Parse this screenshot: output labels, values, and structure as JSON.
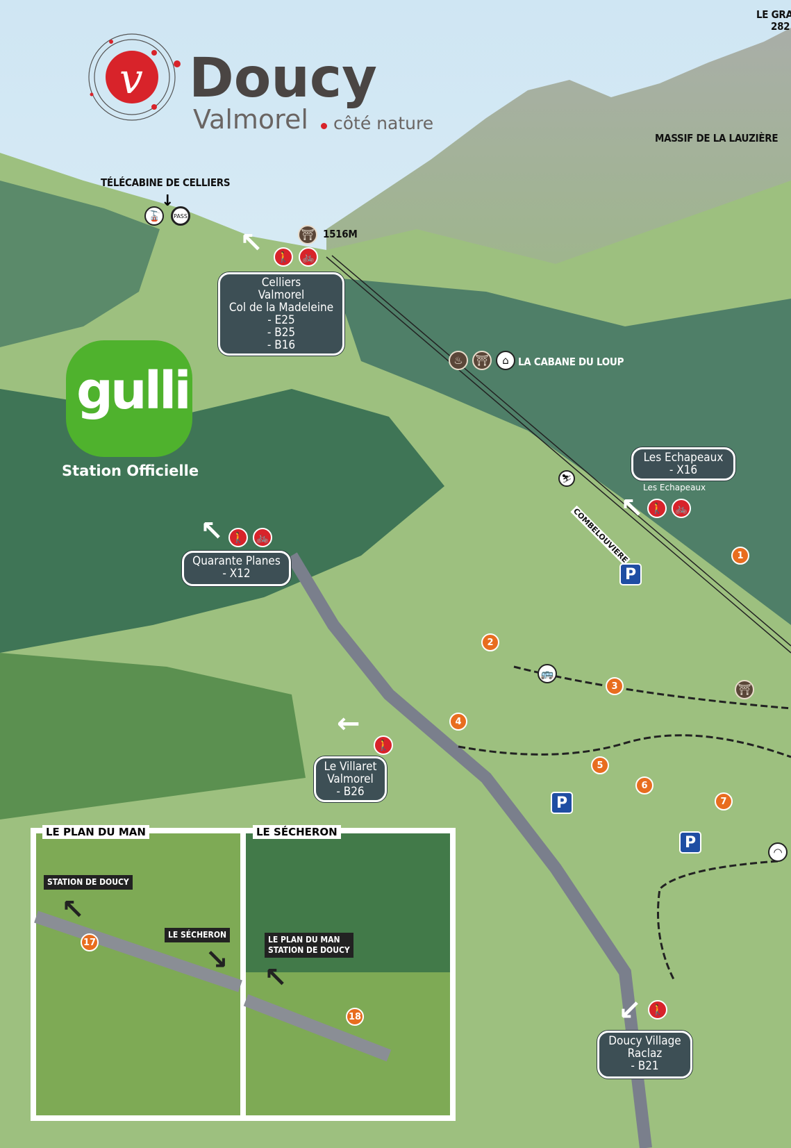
{
  "logo": {
    "brand": "Doucy",
    "sub": "Valmorel",
    "tagline": "côté nature",
    "accent": "#d8232a"
  },
  "peak": {
    "name": "LE GRA",
    "altitude": "282"
  },
  "massif": "MASSIF DE LA LAUZIÈRE",
  "telecabine": {
    "label": "TÉLÉCABINE DE CELLIERS",
    "icons": [
      "gondola-icon",
      "pass-icon"
    ],
    "pass_text": "PASS"
  },
  "summit": {
    "altitude": "1516M"
  },
  "cabane": "LA CABANE DU LOUP",
  "gulli": {
    "logo_text": "gulli",
    "caption": "Station Officielle"
  },
  "signs": {
    "celliers": [
      "Celliers",
      "Valmorel",
      "Col de la Madeleine",
      "- E25",
      "- B25",
      "- B16"
    ],
    "quarante": [
      "Quarante Planes",
      "- X12"
    ],
    "echapeaux": [
      "Les Echapeaux",
      "- X16"
    ],
    "villaret": [
      "Le Villaret",
      "Valmorel",
      "- B26"
    ],
    "doucy_village": [
      "Doucy Village",
      "Raclaz",
      "- B21"
    ]
  },
  "echapeaux_place": "Les Echapeaux",
  "combelouviere": "COMBELOUVIERE",
  "parking": "P",
  "numbers": [
    "1",
    "2",
    "3",
    "4",
    "5",
    "6",
    "7",
    "17",
    "18"
  ],
  "insets": {
    "plan_du_man": {
      "title": "LE PLAN DU MAN",
      "tag_left": "STATION DE DOUCY",
      "tag_right": "LE SÉCHERON"
    },
    "secheron": {
      "title": "LE SÉCHERON",
      "tag": [
        "LE PLAN DU MAN",
        "STATION DE DOUCY"
      ]
    }
  }
}
